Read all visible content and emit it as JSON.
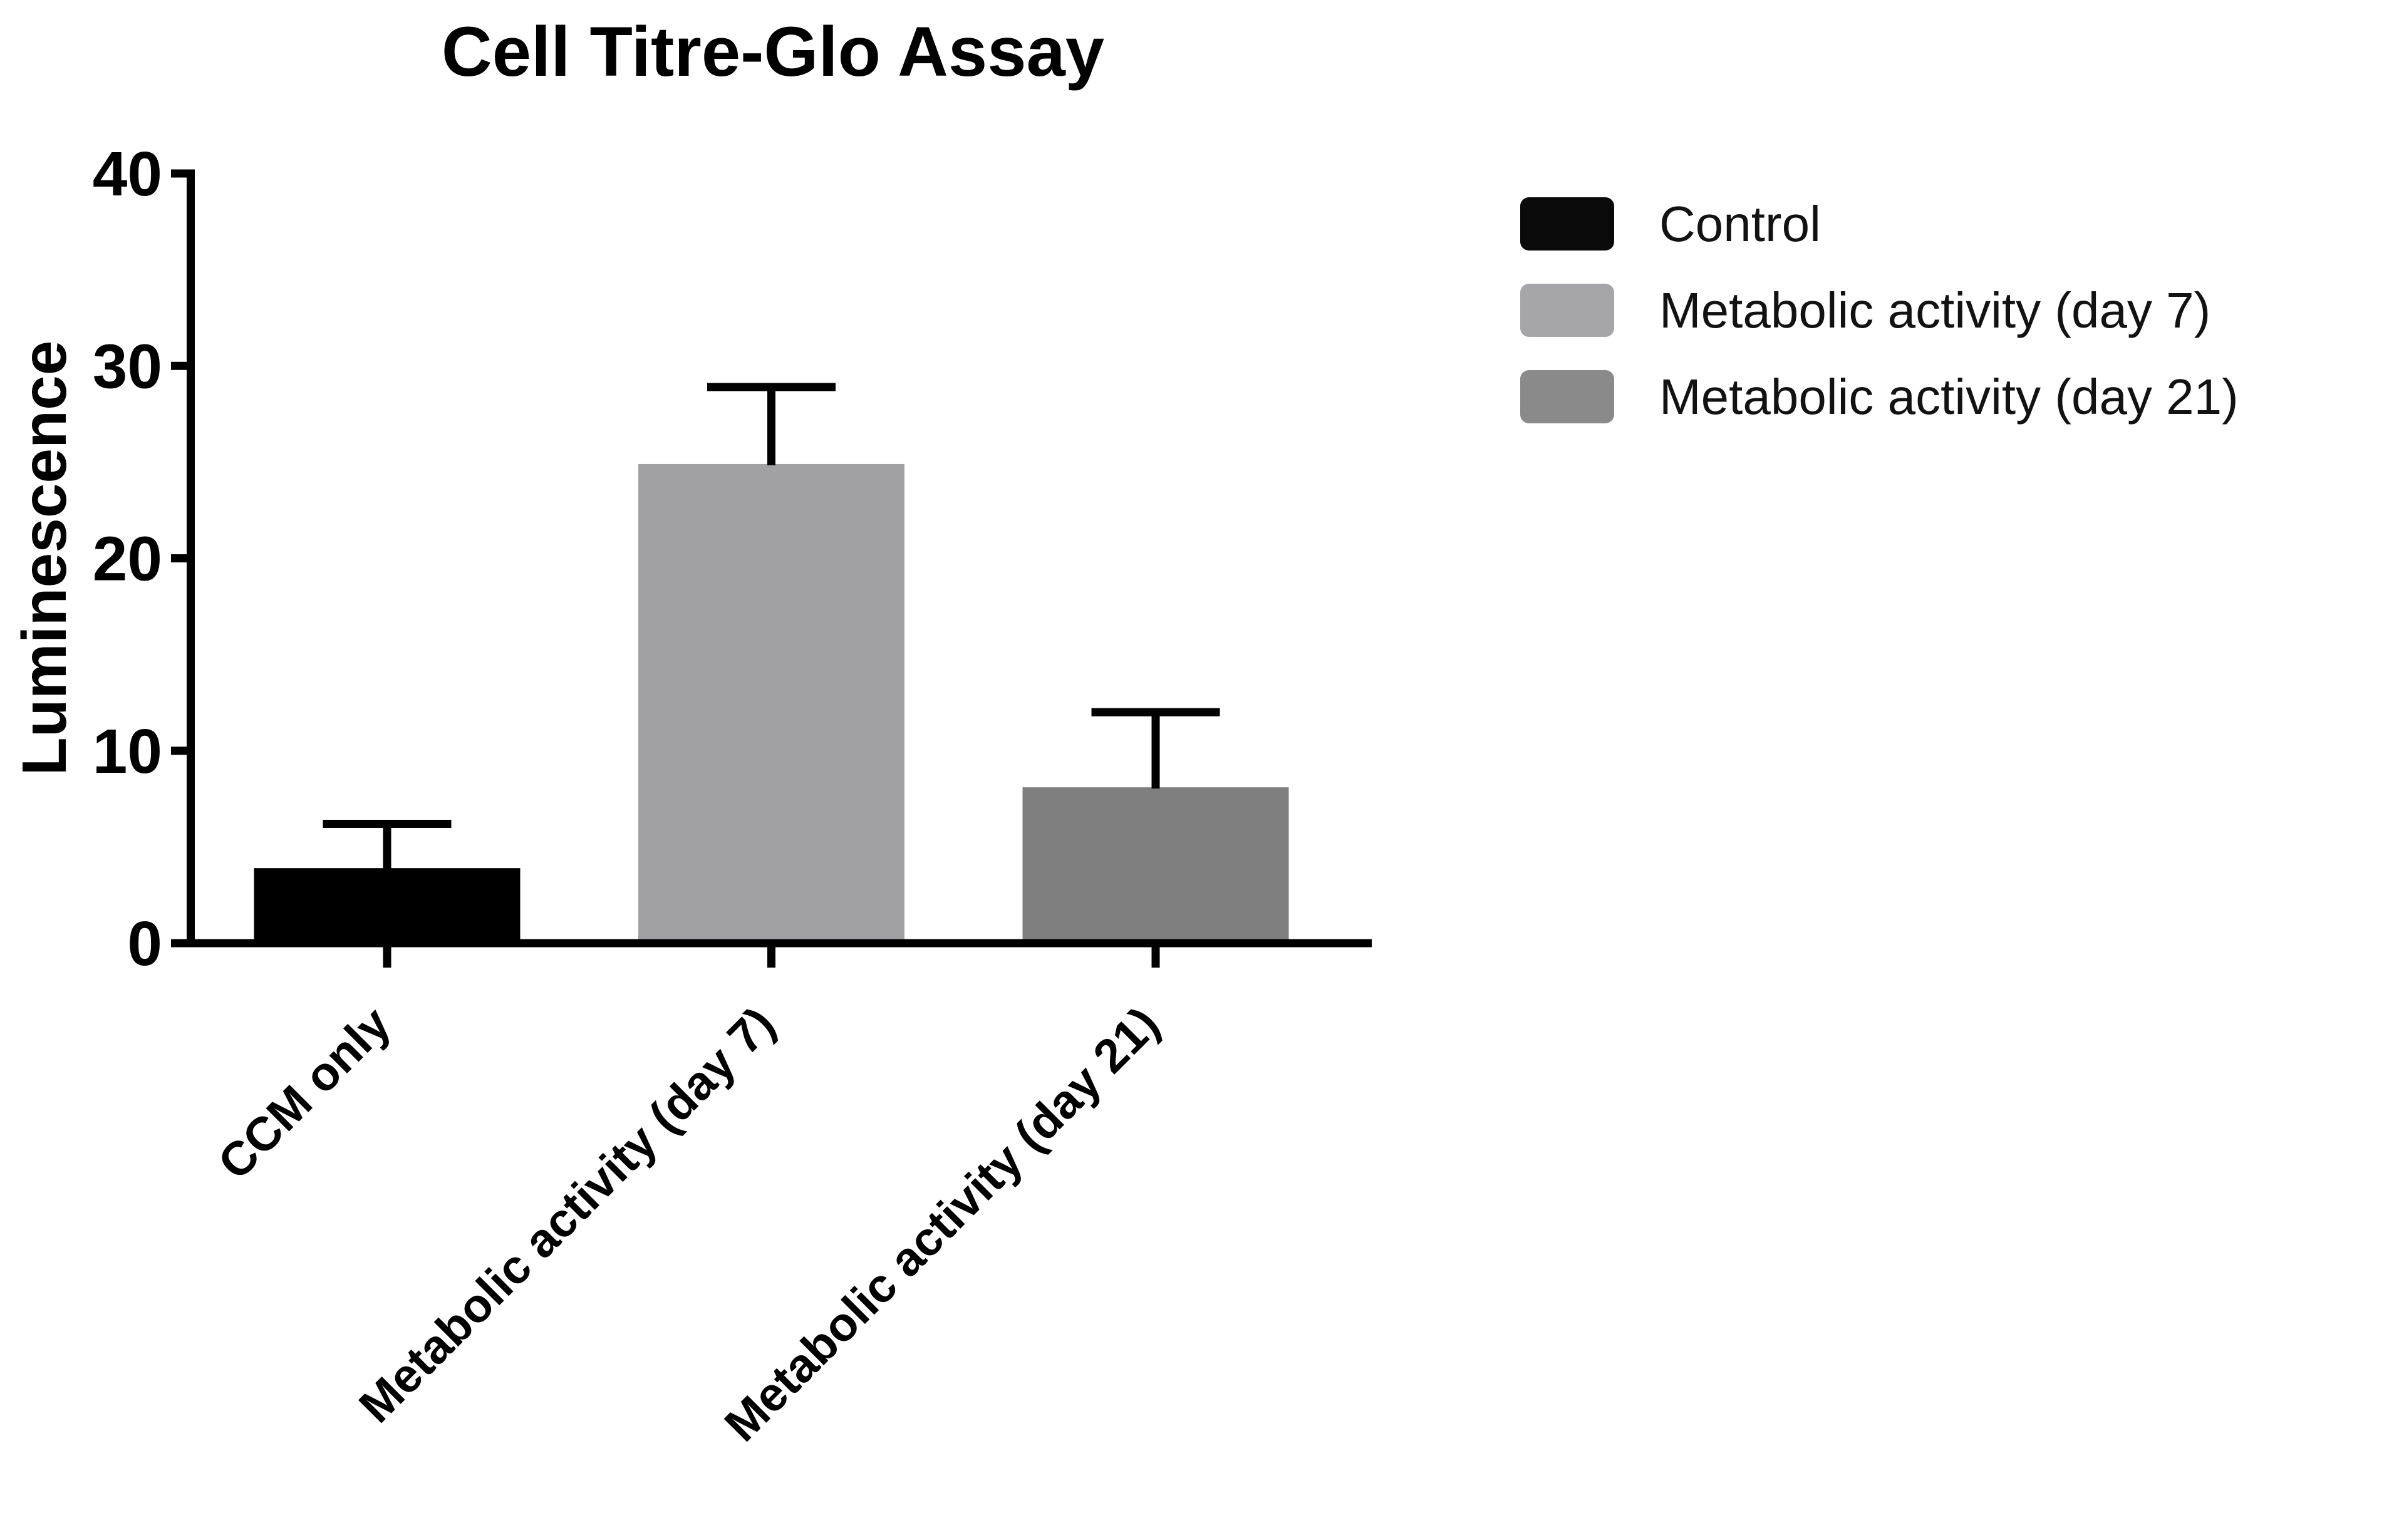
{
  "chart_data": {
    "type": "bar",
    "title": "Cell Titre-Glo Assay",
    "ylabel": "Luminescence",
    "xlabel": "",
    "ylim": [
      0,
      40
    ],
    "yticks": [
      0,
      10,
      20,
      30,
      40
    ],
    "grid": false,
    "categories": [
      "CCM only",
      "Metabolic activity (day 7)",
      "Metabolic activity (day 21)"
    ],
    "values": [
      3.9,
      24.9,
      8.1
    ],
    "error_upper": [
      2.3,
      4.0,
      3.9
    ],
    "bar_colors": [
      "#000000",
      "#A1A1A5",
      "#7F7F7F"
    ],
    "axis_color": "#000000",
    "legend": {
      "position": "right",
      "entries": [
        {
          "label": "Control",
          "color": "#0A0A0A"
        },
        {
          "label": "Metabolic activity (day 7)",
          "color": "#A6A6AA"
        },
        {
          "label": "Metabolic activity (day 21)",
          "color": "#8A8A8A"
        }
      ]
    }
  }
}
